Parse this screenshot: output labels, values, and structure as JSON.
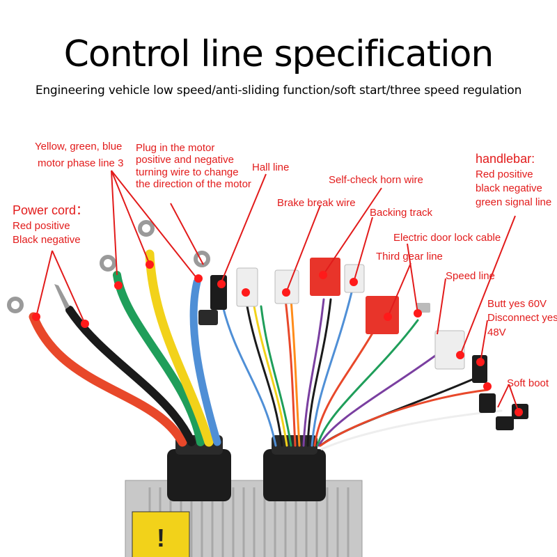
{
  "title": "Control line specification",
  "subtitle": "Engineering vehicle low speed/anti-sliding function/soft start/three speed regulation",
  "labels": {
    "phase_line": {
      "line1": "Yellow, green, blue",
      "line2": "motor phase line 3"
    },
    "motor_dir": {
      "line1": "Plug in the motor",
      "line2": " positive and negative",
      "line3": "turning wire to change",
      "line4": "the direction of the motor"
    },
    "hall": "Hall line",
    "horn": "Self-check horn wire",
    "brake": "Brake break wire",
    "backing": "Backing track",
    "handlebar": {
      "heading": "handlebar:",
      "line1": "Red positive",
      "line2": "black negative",
      "line3": "green signal line"
    },
    "power": {
      "heading": "Power cord：",
      "line1": "Red positive",
      "line2": "Black negative"
    },
    "door_lock": "Electric door lock cable",
    "third_gear": "Third gear line",
    "speed": "Speed line",
    "voltage": {
      "line1": "Butt yes 60V",
      "line2": "Disconnect yes",
      "line3": "48V"
    },
    "soft_boot": "Soft boot"
  },
  "colors": {
    "label": "#e21b1b",
    "marker": "#ff1a1a",
    "wire_red": "#e8482a",
    "wire_black": "#1a1a1a",
    "wire_green": "#1f9e5a",
    "wire_yellow": "#f2d21a",
    "wire_blue": "#4f8fd6",
    "connector_red": "#e8342a",
    "housing": "#c8c8c8"
  }
}
